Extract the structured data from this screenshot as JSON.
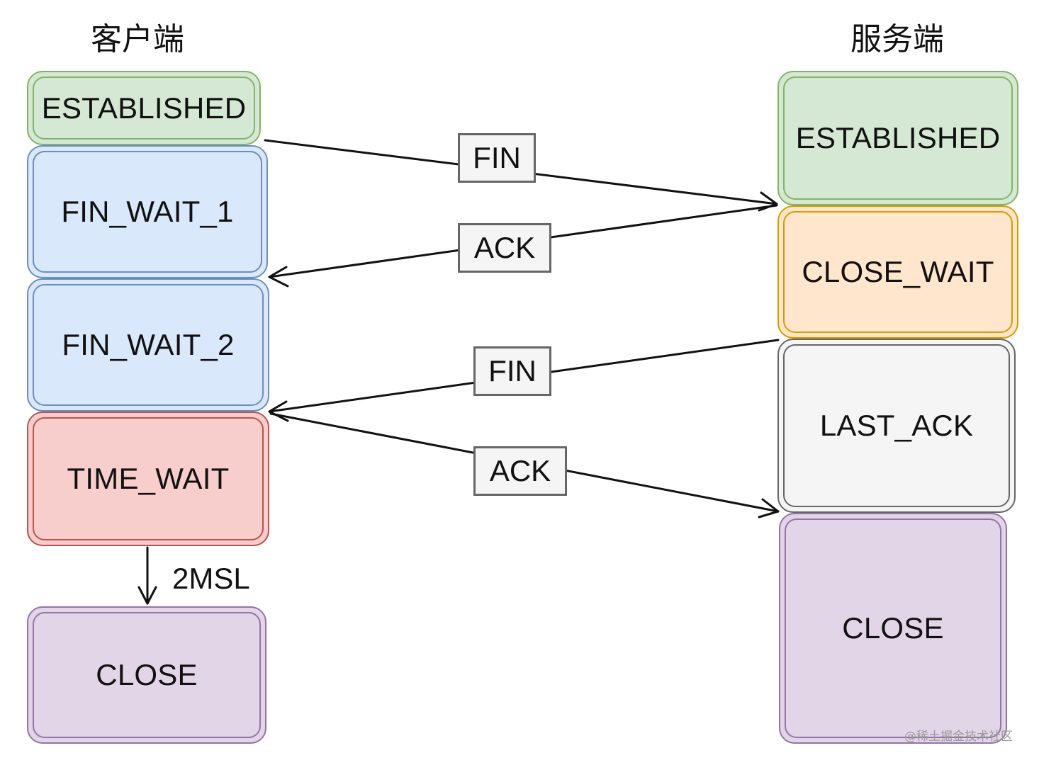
{
  "headers": {
    "client": "客户端",
    "server": "服务端"
  },
  "client_states": {
    "established": "ESTABLISHED",
    "fin_wait_1": "FIN_WAIT_1",
    "fin_wait_2": "FIN_WAIT_2",
    "time_wait": "TIME_WAIT",
    "close": "CLOSE"
  },
  "server_states": {
    "established": "ESTABLISHED",
    "close_wait": "CLOSE_WAIT",
    "last_ack": "LAST_ACK",
    "close": "CLOSE"
  },
  "messages": {
    "fin_1": "FIN",
    "ack_1": "ACK",
    "fin_2": "FIN",
    "ack_2": "ACK"
  },
  "timer": "2MSL",
  "watermark": "@稀土掘金技术社区",
  "colors": {
    "established_fill": "#d5e8d4",
    "established_border": "#82b366",
    "fin_wait_fill": "#dae8fc",
    "fin_wait_border": "#6c8ebf",
    "time_wait_fill": "#f8cecc",
    "time_wait_border": "#b85450",
    "close_fill": "#e1d5e7",
    "close_border": "#9673a6",
    "close_wait_fill": "#ffe6cc",
    "close_wait_border": "#d79b00",
    "last_ack_fill": "#f5f5f5",
    "last_ack_border": "#666666",
    "message_fill": "#f5f5f5",
    "message_border": "#666666"
  }
}
